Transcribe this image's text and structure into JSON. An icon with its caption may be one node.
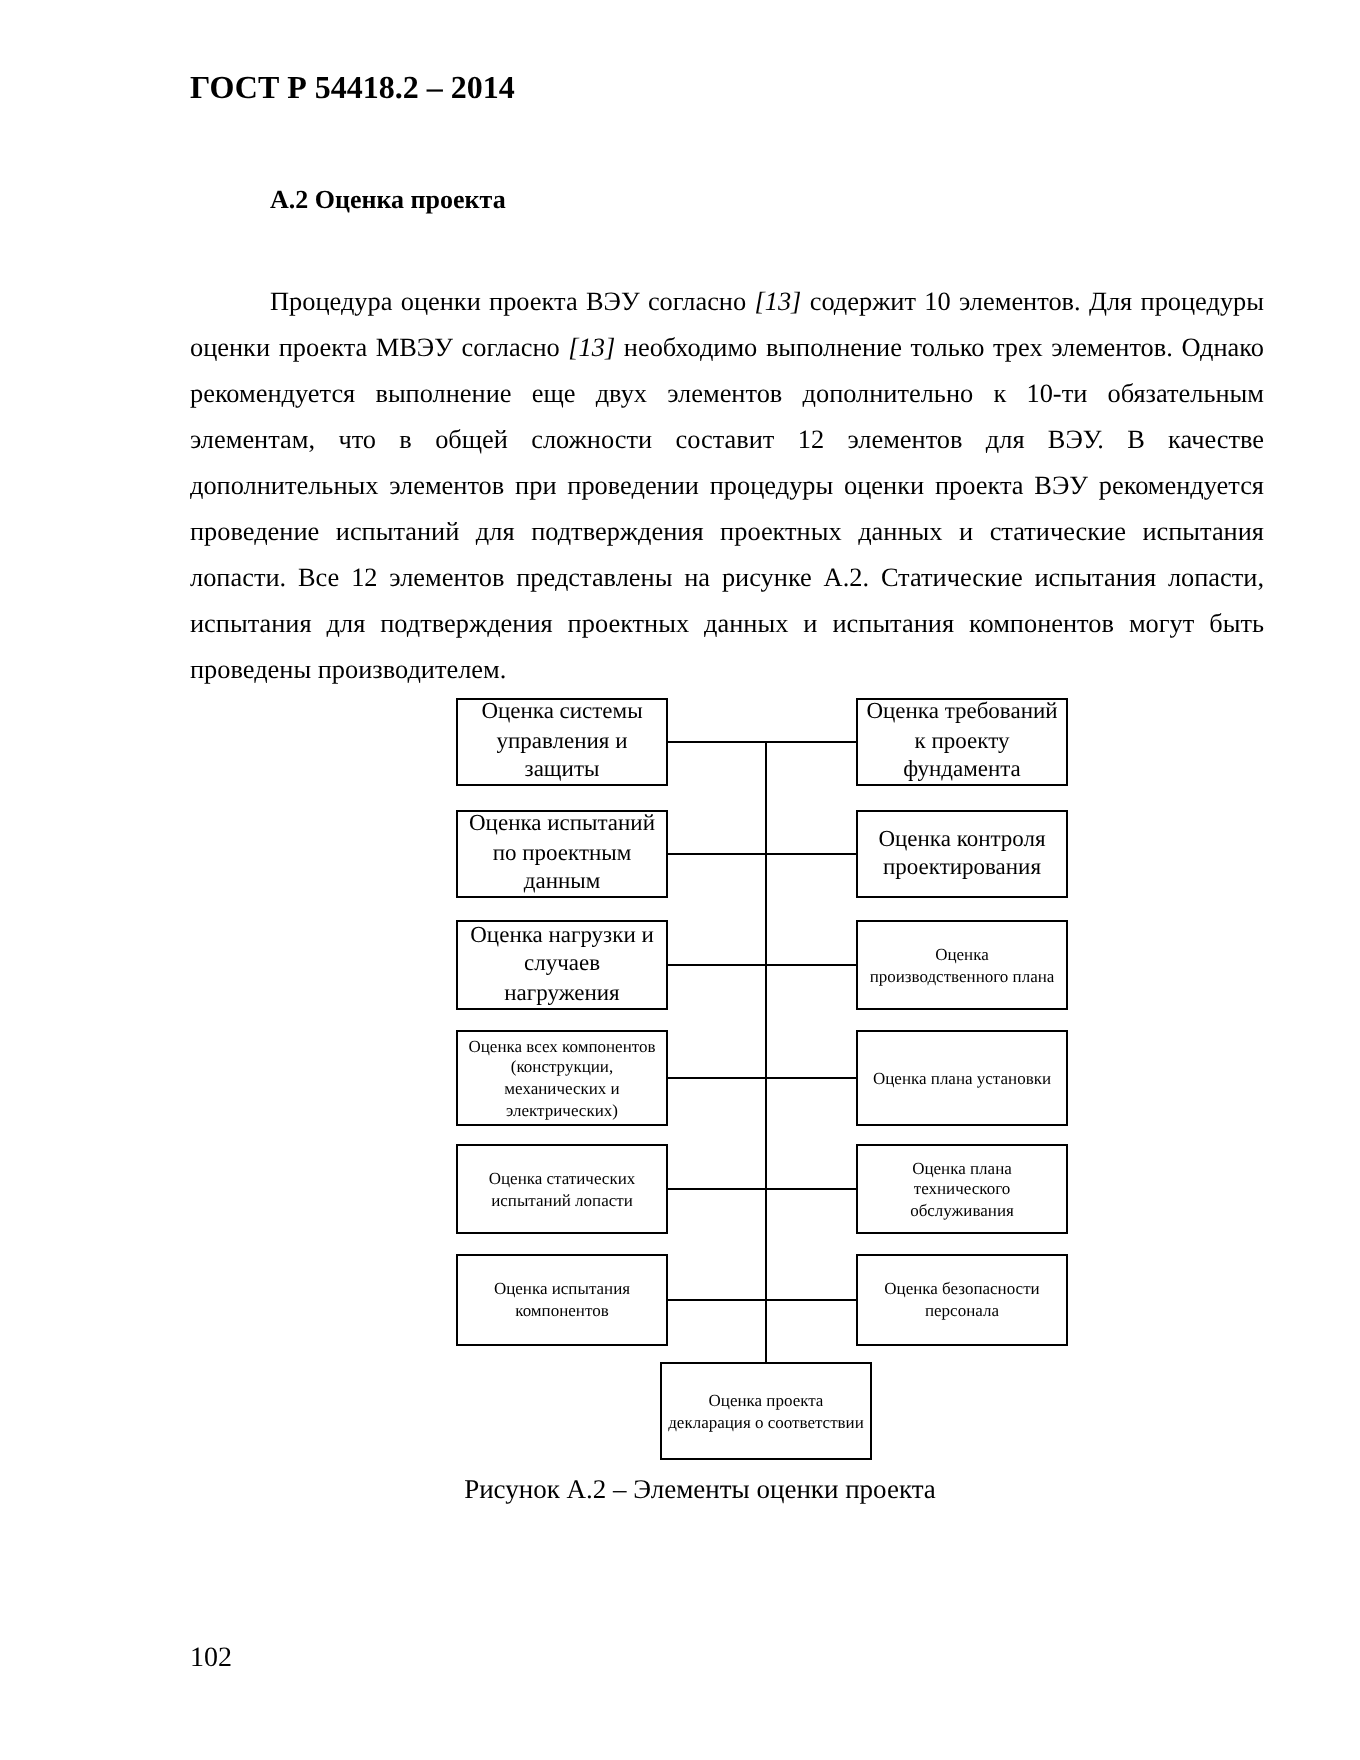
{
  "diagram": {
    "title": "А.2 Оценка проекта",
    "caption": "Рисунок А.2 – Элементы оценки проекта",
    "nodes": [
      {
        "text": [
          "Оценка системы управления и защиты"
        ]
      },
      {
        "text": [
          "Оценка требований к проекту фундамента"
        ]
      },
      {
        "text": [
          "Оценка испытаний по проектным данным"
        ]
      },
      {
        "text": [
          "Оценка контроля проектирования"
        ]
      },
      {
        "text": [
          "Оценка нагрузки и случаев нагружения"
        ]
      },
      {
        "text": [
          "Оценка производственного плана"
        ]
      },
      {
        "text": [
          "Оценка всех компонентов (конструкции, механических и электрических)"
        ]
      },
      {
        "text": [
          "Оценка плана установки"
        ]
      },
      {
        "text": [
          "Оценка статических испытаний лопасти"
        ]
      },
      {
        "text": [
          "Оценка плана технического обслуживания"
        ]
      },
      {
        "text": [
          "Оценка испытания компонентов"
        ]
      },
      {
        "text": [
          "Оценка безопасности персонала"
        ]
      },
      {
        "text": [
          "Оценка проекта декларация о соответствии"
        ]
      }
    ],
    "edges": [
      {
        "from": 0,
        "to": 12,
        "arrow": "none"
      },
      {
        "from": 1,
        "to": 12,
        "arrow": "none"
      },
      {
        "from": 2,
        "to": 12,
        "arrow": "none"
      },
      {
        "from": 3,
        "to": 12,
        "arrow": "none"
      },
      {
        "from": 4,
        "to": 12,
        "arrow": "none"
      },
      {
        "from": 5,
        "to": 12,
        "arrow": "none"
      },
      {
        "from": 6,
        "to": 12,
        "arrow": "none"
      },
      {
        "from": 7,
        "to": 12,
        "arrow": "none"
      },
      {
        "from": 8,
        "to": 12,
        "arrow": "none"
      },
      {
        "from": 9,
        "to": 12,
        "arrow": "none"
      },
      {
        "from": 10,
        "to": 12,
        "arrow": "none"
      },
      {
        "from": 11,
        "to": 12,
        "arrow": "none"
      }
    ],
    "labels": [
      "ГОСТ Р 54418.2 – 2014",
      "Процедура оценки проекта ВЭУ согласно *[13]* содержит 10 элементов. Для процедуры оценки проекта МВЭУ согласно *[13]* необходимо выполнение только трех элементов. Однако рекомендуется выполнение еще двух элементов дополнительно к 10-ти обязательным элементам, что в общей сложности составит 12 элементов для ВЭУ. В качестве дополнительных элементов при проведении процедуры оценки проекта ВЭУ рекомендуется проведение испытаний для подтверждения проектных данных и статические испытания лопасти. Все 12 элементов представлены на рисунке А.2. Статические испытания лопасти, испытания для подтверждения проектных данных и испытания компонентов могут быть проведены производителем.",
      "102"
    ]
  }
}
